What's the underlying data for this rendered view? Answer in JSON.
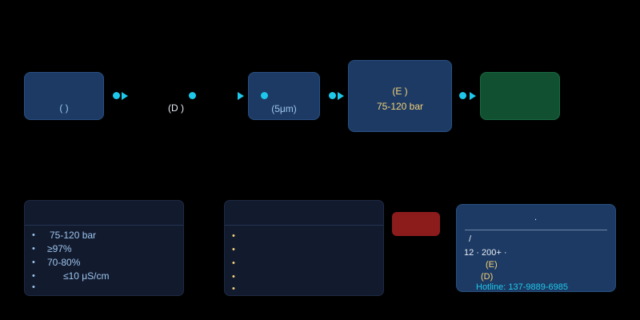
{
  "flow": {
    "step1": {
      "label": "(    )"
    },
    "step2": {
      "label": "(D   )"
    },
    "step3": {
      "label": "(5μm)"
    },
    "step4": {
      "label": "(E     )",
      "pressure": "75-120 bar"
    }
  },
  "spec_panel": {
    "items": [
      "75-120 bar",
      "≥97%",
      "70-80%",
      "≤10 μS/cm",
      ""
    ]
  },
  "feature_panel": {
    "items": [
      "",
      "",
      "",
      "",
      ""
    ]
  },
  "contact": {
    "title": ".",
    "line1": "/",
    "line2": "12   · 200+    ·",
    "line3": "(E)",
    "line4": "(D)",
    "hotline": "Hotline: 137-9889-6985"
  },
  "colors": {
    "node_blue": "#1d3a64",
    "node_green": "#115031",
    "arrow_cyan": "#1ec8ea",
    "accent_gold": "#f3d37a",
    "accent_red": "#8c1c1c"
  }
}
